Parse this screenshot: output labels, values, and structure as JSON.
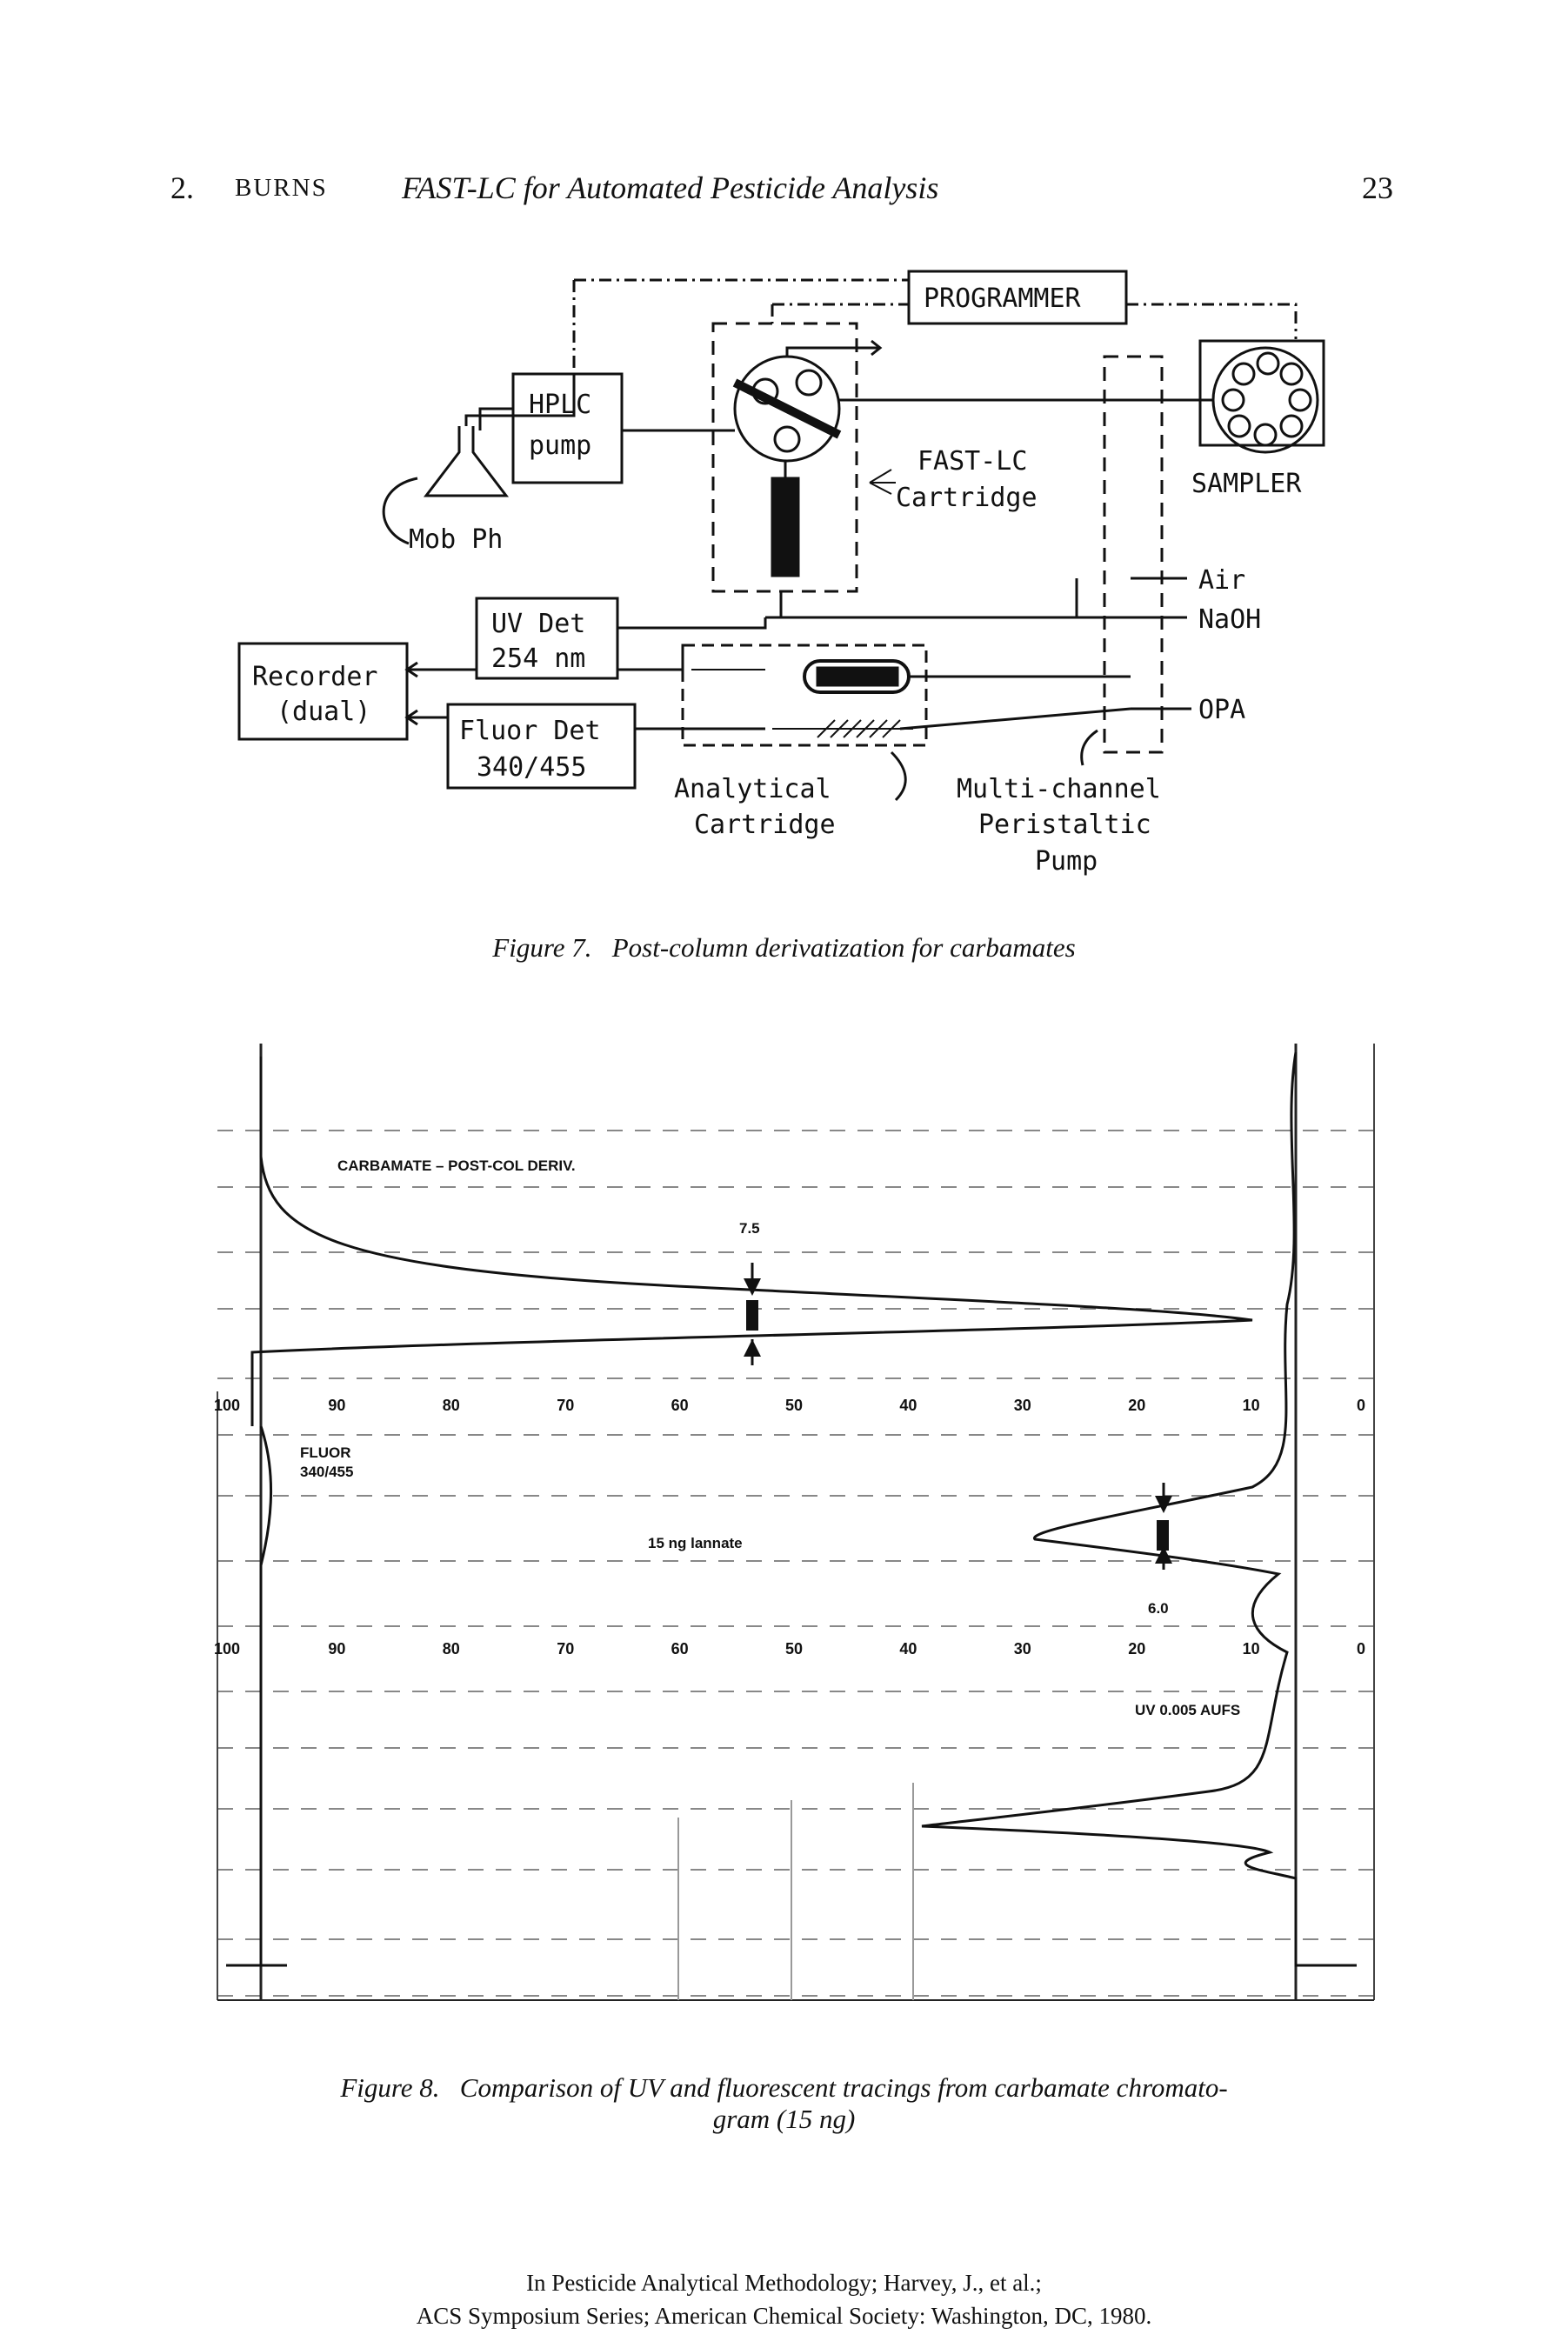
{
  "header": {
    "chapter": "2.",
    "author": "BURNS",
    "title": "FAST-LC for Automated Pesticide Analysis",
    "page_number": "23"
  },
  "figure7": {
    "caption_label": "Figure 7.",
    "caption_text": "Post-column derivatization for carbamates",
    "labels": {
      "programmer": "PROGRAMMER",
      "hplc1": "HPLC",
      "hplc2": "pump",
      "mob_ph": "Mob Ph",
      "fast1": "FAST-LC",
      "fast2": "Cartridge",
      "sampler": "SAMPLER",
      "air": "Air",
      "naoh": "NaOH",
      "opa": "OPA",
      "uv1": "UV Det",
      "uv2": "254 nm",
      "rec1": "Recorder",
      "rec2": "(dual)",
      "fl1": "Fluor Det",
      "fl2": "340/455",
      "anal1": "Analytical",
      "anal2": "Cartridge",
      "pump1": "Multi-channel",
      "pump2": "Peristaltic",
      "pump3": "Pump"
    }
  },
  "figure8": {
    "caption_label": "Figure 8.",
    "caption_line1": "Comparison of UV and fluorescent tracings from carbamate chromato-",
    "caption_line2": "gram (15 ng)",
    "labels": {
      "title": "CARBAMATE – POST-COL DERIV.",
      "peak1": "7.5",
      "fluor": "FLUOR",
      "fluor_wl": "340/455",
      "sample": "15 ng lannate",
      "peak2": "6.0",
      "uv": "UV 0.005 AUFS"
    },
    "scale_top": [
      "100",
      "90",
      "80",
      "70",
      "60",
      "50",
      "40",
      "30",
      "20",
      "10",
      "0"
    ],
    "scale_bottom": [
      "100",
      "90",
      "80",
      "70",
      "60",
      "50",
      "40",
      "30",
      "20",
      "10",
      "0"
    ]
  },
  "footer": {
    "line1": "In Pesticide Analytical Methodology; Harvey, J., et al.;",
    "line2": "ACS Symposium Series; American Chemical Society: Washington, DC, 1980."
  }
}
